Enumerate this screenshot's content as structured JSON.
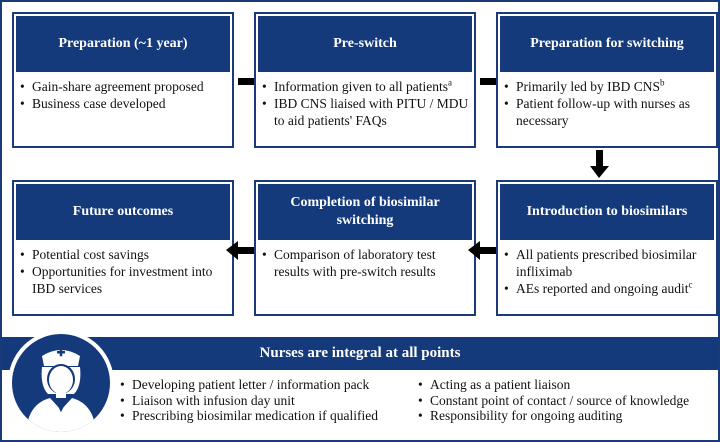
{
  "colors": {
    "navy": "#143a7b",
    "border": "#1a3a78",
    "arrow": "#000000"
  },
  "steps": [
    {
      "title": "Preparation (~1 year)",
      "bullets": [
        {
          "text": "Gain-share agreement proposed",
          "sup": ""
        },
        {
          "text": "Business case developed",
          "sup": ""
        }
      ]
    },
    {
      "title": "Pre-switch",
      "bullets": [
        {
          "text": "Information given to all patients",
          "sup": "a"
        },
        {
          "text": "IBD CNS liaised with PITU / MDU to aid patients' FAQs",
          "sup": ""
        }
      ]
    },
    {
      "title": "Preparation for switching",
      "bullets": [
        {
          "text": "Primarily led by IBD CNS",
          "sup": "b"
        },
        {
          "text": "Patient follow-up with nurses as necessary",
          "sup": ""
        }
      ]
    },
    {
      "title": "Introduction to biosimilars",
      "bullets": [
        {
          "text": "All patients prescribed biosimilar infliximab",
          "sup": ""
        },
        {
          "text": "AEs reported and ongoing audit",
          "sup": "c"
        }
      ]
    },
    {
      "title": "Completion of biosimilar switching",
      "bullets": [
        {
          "text": "Comparison of laboratory test results with pre-switch results",
          "sup": ""
        }
      ]
    },
    {
      "title": "Future outcomes",
      "bullets": [
        {
          "text": "Potential cost savings",
          "sup": ""
        },
        {
          "text": "Opportunities for investment into IBD services",
          "sup": ""
        }
      ]
    }
  ],
  "nurses": {
    "banner": "Nurses are integral at all points",
    "icon": "nurse-icon",
    "left_items": [
      "Developing patient letter / information pack",
      "Liaison with infusion day unit",
      "Prescribing biosimilar medication if qualified"
    ],
    "right_items": [
      "Acting as a patient liaison",
      "Constant point of contact / source of knowledge",
      "Responsibility for ongoing auditing"
    ]
  }
}
